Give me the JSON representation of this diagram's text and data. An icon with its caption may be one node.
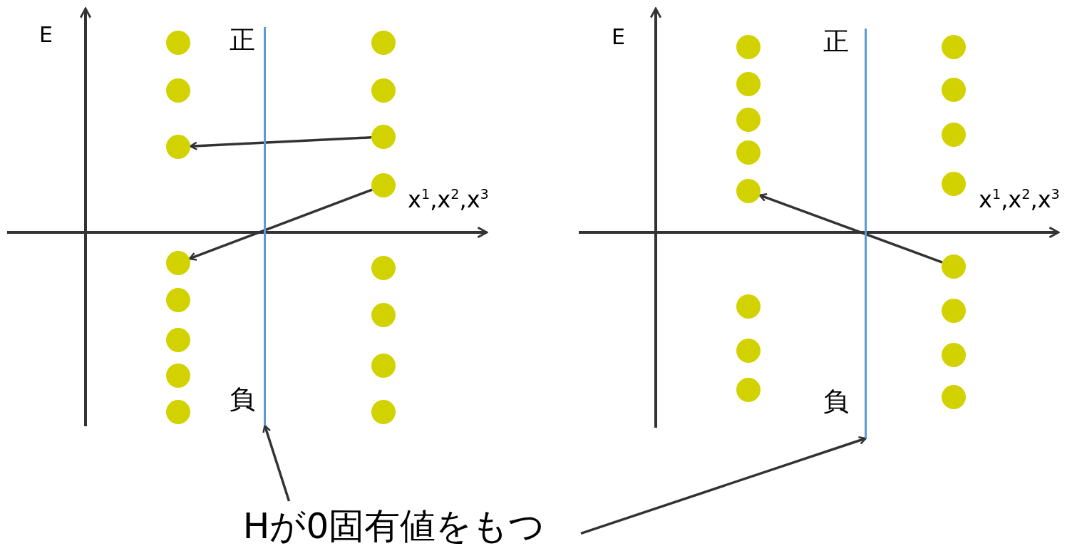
{
  "diagram": {
    "nodes": [
      {
        "text": [],
        "shape": "circle"
      },
      {
        "text": [],
        "shape": "circle"
      },
      {
        "text": [],
        "shape": "circle"
      },
      {
        "text": [],
        "shape": "circle"
      },
      {
        "text": [],
        "shape": "circle"
      },
      {
        "text": [],
        "shape": "circle"
      },
      {
        "text": [],
        "shape": "circle"
      },
      {
        "text": [],
        "shape": "circle"
      },
      {
        "text": [],
        "shape": "circle"
      },
      {
        "text": [],
        "shape": "circle"
      },
      {
        "text": [],
        "shape": "circle"
      },
      {
        "text": [],
        "shape": "circle"
      },
      {
        "text": [],
        "shape": "circle"
      },
      {
        "text": [],
        "shape": "circle"
      },
      {
        "text": [],
        "shape": "circle"
      },
      {
        "text": [],
        "shape": "circle"
      },
      {
        "text": [],
        "shape": "circle"
      },
      {
        "text": [],
        "shape": "circle"
      },
      {
        "text": [],
        "shape": "circle"
      },
      {
        "text": [],
        "shape": "circle"
      },
      {
        "text": [],
        "shape": "circle"
      },
      {
        "text": [],
        "shape": "circle"
      },
      {
        "text": [],
        "shape": "circle"
      },
      {
        "text": [],
        "shape": "circle"
      },
      {
        "text": [],
        "shape": "circle"
      },
      {
        "text": [],
        "shape": "circle"
      },
      {
        "text": [],
        "shape": "circle"
      },
      {
        "text": [],
        "shape": "circle"
      },
      {
        "text": [],
        "shape": "circle"
      },
      {
        "text": [],
        "shape": "circle"
      },
      {
        "text": [],
        "shape": "circle"
      },
      {
        "text": [],
        "shape": "circle"
      },
      {
        "text": [],
        "shape": "bar"
      },
      {
        "text": [],
        "shape": "bar"
      },
      {
        "text": [
          "Hが0固有値をもつ"
        ]
      }
    ],
    "edges": [
      {
        "from": 10,
        "to": 2,
        "arrow": "to"
      },
      {
        "from": 11,
        "to": 3,
        "arrow": "to"
      },
      {
        "from": 28,
        "to": 20,
        "arrow": "to"
      },
      {
        "from": 34,
        "to": 32,
        "arrow": "to"
      },
      {
        "from": 34,
        "to": 33,
        "arrow": "to"
      }
    ],
    "labels": [
      "E",
      "正",
      "E",
      "正",
      "x$^{1}$,x$^{2}$,x$^{3}$",
      "x$^{1}$,x$^{2}$,x$^{3}$",
      "負",
      "負"
    ]
  }
}
